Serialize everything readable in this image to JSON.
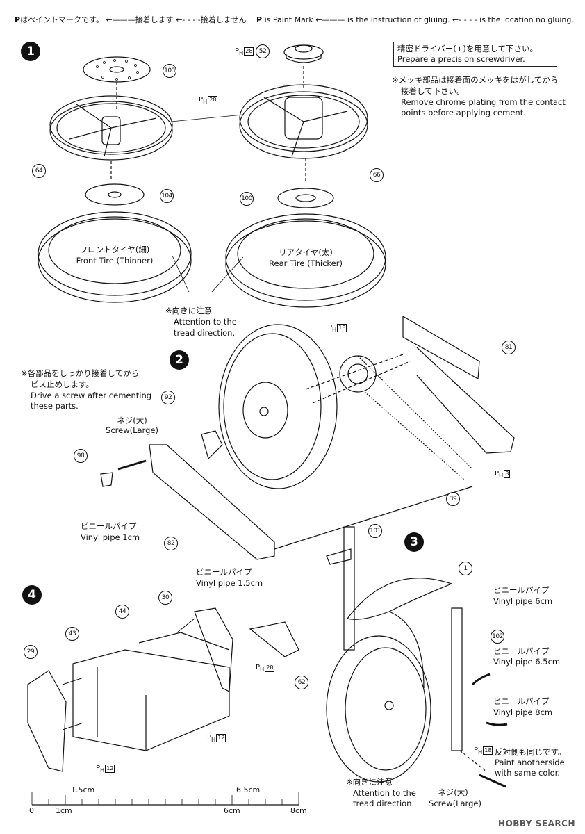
{
  "legend_jp": {
    "paint_mark": "はペイントマークです。",
    "glue": "接着します",
    "no_glue": "接着しません"
  },
  "legend_en": {
    "paint_mark": "is Paint Mark",
    "glue": "is the instruction of gluing.",
    "no_glue": "is the location no gluing."
  },
  "paint_prefix": "P",
  "paint_sub": "H",
  "steps": [
    "1",
    "2",
    "3",
    "4"
  ],
  "notes": {
    "driver_jp": "精密ドライバー(+)を用意して下さい。",
    "driver_en": "Prepare a precision screwdriver.",
    "chrome_jp1": "※メッキ部品は接着面のメッキをはがしてから",
    "chrome_jp2": "接着して下さい。",
    "chrome_en1": "Remove chrome plating from the contact",
    "chrome_en2": "points before applying cement.",
    "front_tire_jp": "フロントタイヤ(細)",
    "front_tire_en": "Front Tire (Thinner)",
    "rear_tire_jp": "リアタイヤ(太)",
    "rear_tire_en": "Rear Tire (Thicker)",
    "tread_jp": "※向きに注意",
    "tread_en1": "Attention to the",
    "tread_en2": "tread direction.",
    "screw_note_jp1": "※各部品をしっかり接着してから",
    "screw_note_jp2": "ビス止めします。",
    "screw_note_en1": "Drive  a screw after cementing",
    "screw_note_en2": "these parts.",
    "screw_large_jp": "ネジ(大)",
    "screw_large_en": "Screw(Large)",
    "vinyl_jp": "ビニールパイプ",
    "vinyl_1cm": "Vinyl pipe 1cm",
    "vinyl_15cm": "Vinyl pipe 1.5cm",
    "vinyl_6cm": "Vinyl pipe 6cm",
    "vinyl_65cm": "Vinyl pipe 6.5cm",
    "vinyl_8cm": "Vinyl pipe 8cm",
    "other_side_jp": "反対側も同じです。",
    "other_side_en1": "Paint anotherside",
    "other_side_en2": "with same color."
  },
  "paint_codes": [
    "28",
    "28",
    "18",
    "8",
    "28",
    "18",
    "12",
    "12"
  ],
  "parts": [
    "103",
    "64",
    "52",
    "66",
    "104",
    "100",
    "81",
    "92",
    "98",
    "39",
    "82",
    "101",
    "1",
    "102",
    "62",
    "30",
    "44",
    "43",
    "29"
  ],
  "ruler": {
    "top": [
      "1.5cm",
      "6.5cm"
    ],
    "bottom": [
      "0",
      "1cm",
      "6cm",
      "8cm"
    ]
  },
  "watermark": "HOBBY SEARCH"
}
